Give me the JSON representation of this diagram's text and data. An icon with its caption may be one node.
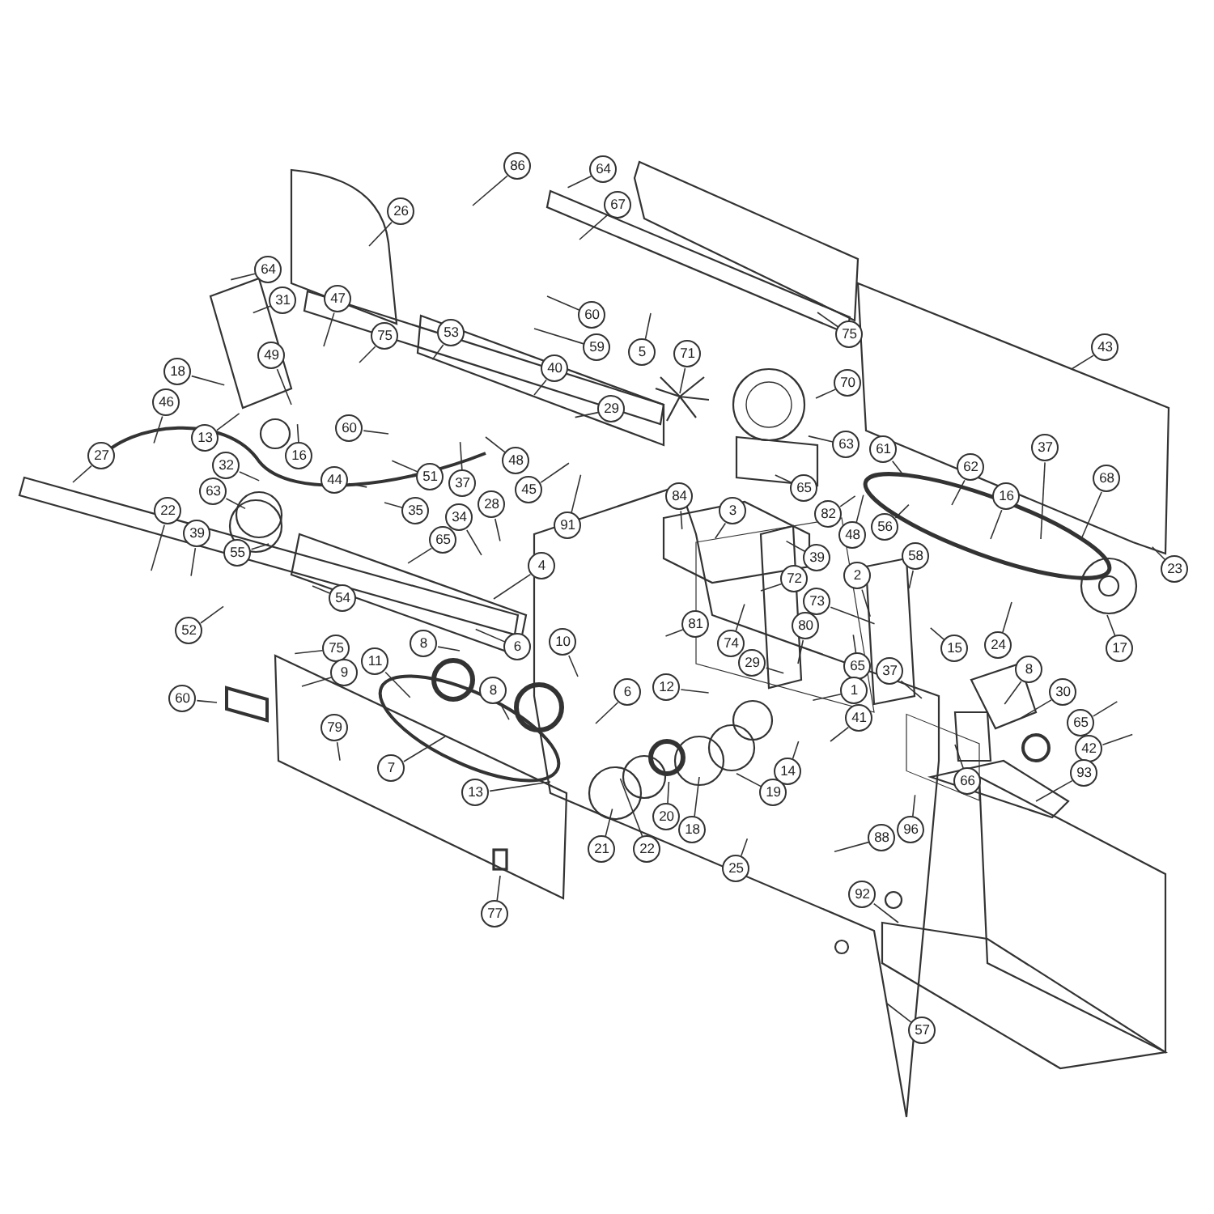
{
  "diagram": {
    "nodes": [
      {
        "text": [
          "86"
        ]
      },
      {
        "text": [
          "64"
        ]
      },
      {
        "text": [
          "67"
        ]
      },
      {
        "text": [
          "26"
        ]
      },
      {
        "text": [
          "64"
        ]
      },
      {
        "text": [
          "47"
        ]
      },
      {
        "text": [
          "31"
        ]
      },
      {
        "text": [
          "60"
        ]
      },
      {
        "text": [
          "53"
        ]
      },
      {
        "text": [
          "75"
        ]
      },
      {
        "text": [
          "75"
        ]
      },
      {
        "text": [
          "43"
        ]
      },
      {
        "text": [
          "59"
        ]
      },
      {
        "text": [
          "5"
        ]
      },
      {
        "text": [
          "71"
        ]
      },
      {
        "text": [
          "49"
        ]
      },
      {
        "text": [
          "40"
        ]
      },
      {
        "text": [
          "18"
        ]
      },
      {
        "text": [
          "70"
        ]
      },
      {
        "text": [
          "46"
        ]
      },
      {
        "text": [
          "29"
        ]
      },
      {
        "text": [
          "60"
        ]
      },
      {
        "text": [
          "13"
        ]
      },
      {
        "text": [
          "63"
        ]
      },
      {
        "text": [
          "37"
        ]
      },
      {
        "text": [
          "61"
        ]
      },
      {
        "text": [
          "16"
        ]
      },
      {
        "text": [
          "27"
        ]
      },
      {
        "text": [
          "48"
        ]
      },
      {
        "text": [
          "62"
        ]
      },
      {
        "text": [
          "32"
        ]
      },
      {
        "text": [
          "51"
        ]
      },
      {
        "text": [
          "68"
        ]
      },
      {
        "text": [
          "44"
        ]
      },
      {
        "text": [
          "37"
        ]
      },
      {
        "text": [
          "45"
        ]
      },
      {
        "text": [
          "63"
        ]
      },
      {
        "text": [
          "16"
        ]
      },
      {
        "text": [
          "84"
        ]
      },
      {
        "text": [
          "65"
        ]
      },
      {
        "text": [
          "28"
        ]
      },
      {
        "text": [
          "35"
        ]
      },
      {
        "text": [
          "22"
        ]
      },
      {
        "text": [
          "3"
        ]
      },
      {
        "text": [
          "34"
        ]
      },
      {
        "text": [
          "82"
        ]
      },
      {
        "text": [
          "91"
        ]
      },
      {
        "text": [
          "39"
        ]
      },
      {
        "text": [
          "56"
        ]
      },
      {
        "text": [
          "48"
        ]
      },
      {
        "text": [
          "65"
        ]
      },
      {
        "text": [
          "39"
        ]
      },
      {
        "text": [
          "55"
        ]
      },
      {
        "text": [
          "58"
        ]
      },
      {
        "text": [
          "4"
        ]
      },
      {
        "text": [
          "23"
        ]
      },
      {
        "text": [
          "2"
        ]
      },
      {
        "text": [
          "72"
        ]
      },
      {
        "text": [
          "54"
        ]
      },
      {
        "text": [
          "73"
        ]
      },
      {
        "text": [
          "81"
        ]
      },
      {
        "text": [
          "80"
        ]
      },
      {
        "text": [
          "52"
        ]
      },
      {
        "text": [
          "10"
        ]
      },
      {
        "text": [
          "74"
        ]
      },
      {
        "text": [
          "8"
        ]
      },
      {
        "text": [
          "17"
        ]
      },
      {
        "text": [
          "24"
        ]
      },
      {
        "text": [
          "15"
        ]
      },
      {
        "text": [
          "6"
        ]
      },
      {
        "text": [
          "75"
        ]
      },
      {
        "text": [
          "11"
        ]
      },
      {
        "text": [
          "29"
        ]
      },
      {
        "text": [
          "65"
        ]
      },
      {
        "text": [
          "37"
        ]
      },
      {
        "text": [
          "8"
        ]
      },
      {
        "text": [
          "9"
        ]
      },
      {
        "text": [
          "12"
        ]
      },
      {
        "text": [
          "1"
        ]
      },
      {
        "text": [
          "8"
        ]
      },
      {
        "text": [
          "6"
        ]
      },
      {
        "text": [
          "30"
        ]
      },
      {
        "text": [
          "60"
        ]
      },
      {
        "text": [
          "41"
        ]
      },
      {
        "text": [
          "65"
        ]
      },
      {
        "text": [
          "79"
        ]
      },
      {
        "text": [
          "42"
        ]
      },
      {
        "text": [
          "7"
        ]
      },
      {
        "text": [
          "14"
        ]
      },
      {
        "text": [
          "93"
        ]
      },
      {
        "text": [
          "66"
        ]
      },
      {
        "text": [
          "19"
        ]
      },
      {
        "text": [
          "13"
        ]
      },
      {
        "text": [
          "20"
        ]
      },
      {
        "text": [
          "96"
        ]
      },
      {
        "text": [
          "18"
        ]
      },
      {
        "text": [
          "88"
        ]
      },
      {
        "text": [
          "21"
        ]
      },
      {
        "text": [
          "22"
        ]
      },
      {
        "text": [
          "25"
        ]
      },
      {
        "text": [
          "92"
        ]
      },
      {
        "text": [
          "77"
        ]
      },
      {
        "text": [
          "57"
        ]
      }
    ],
    "edges": [
      {
        "from": 0,
        "to": null,
        "arrow": "none"
      },
      {
        "from": 1,
        "to": null,
        "arrow": "none"
      },
      {
        "from": 2,
        "to": null,
        "arrow": "none"
      },
      {
        "from": 3,
        "to": null,
        "arrow": "none"
      },
      {
        "from": 4,
        "to": null,
        "arrow": "none"
      },
      {
        "from": 5,
        "to": null,
        "arrow": "none"
      },
      {
        "from": 6,
        "to": null,
        "arrow": "none"
      },
      {
        "from": 7,
        "to": null,
        "arrow": "none"
      },
      {
        "from": 8,
        "to": null,
        "arrow": "none"
      },
      {
        "from": 9,
        "to": null,
        "arrow": "none"
      },
      {
        "from": 10,
        "to": null,
        "arrow": "none"
      },
      {
        "from": 11,
        "to": null,
        "arrow": "none"
      },
      {
        "from": 12,
        "to": null,
        "arrow": "none"
      },
      {
        "from": 13,
        "to": null,
        "arrow": "none"
      },
      {
        "from": 14,
        "to": null,
        "arrow": "none"
      },
      {
        "from": 15,
        "to": null,
        "arrow": "none"
      },
      {
        "from": 16,
        "to": null,
        "arrow": "none"
      },
      {
        "from": 17,
        "to": null,
        "arrow": "none"
      },
      {
        "from": 18,
        "to": null,
        "arrow": "none"
      },
      {
        "from": 19,
        "to": null,
        "arrow": "none"
      },
      {
        "from": 20,
        "to": null,
        "arrow": "none"
      },
      {
        "from": 21,
        "to": null,
        "arrow": "none"
      },
      {
        "from": 22,
        "to": null,
        "arrow": "none"
      },
      {
        "from": 23,
        "to": null,
        "arrow": "none"
      },
      {
        "from": 24,
        "to": null,
        "arrow": "none"
      },
      {
        "from": 25,
        "to": null,
        "arrow": "none"
      },
      {
        "from": 26,
        "to": null,
        "arrow": "none"
      },
      {
        "from": 27,
        "to": null,
        "arrow": "none"
      },
      {
        "from": 28,
        "to": null,
        "arrow": "none"
      },
      {
        "from": 29,
        "to": null,
        "arrow": "none"
      },
      {
        "from": 30,
        "to": null,
        "arrow": "none"
      },
      {
        "from": 31,
        "to": null,
        "arrow": "none"
      },
      {
        "from": 32,
        "to": null,
        "arrow": "none"
      },
      {
        "from": 33,
        "to": null,
        "arrow": "none"
      },
      {
        "from": 34,
        "to": null,
        "arrow": "none"
      },
      {
        "from": 35,
        "to": null,
        "arrow": "none"
      },
      {
        "from": 36,
        "to": null,
        "arrow": "none"
      },
      {
        "from": 37,
        "to": null,
        "arrow": "none"
      },
      {
        "from": 38,
        "to": null,
        "arrow": "none"
      },
      {
        "from": 39,
        "to": null,
        "arrow": "none"
      },
      {
        "from": 40,
        "to": null,
        "arrow": "none"
      },
      {
        "from": 41,
        "to": null,
        "arrow": "none"
      },
      {
        "from": 42,
        "to": null,
        "arrow": "none"
      },
      {
        "from": 43,
        "to": null,
        "arrow": "none"
      },
      {
        "from": 44,
        "to": null,
        "arrow": "none"
      },
      {
        "from": 45,
        "to": null,
        "arrow": "none"
      },
      {
        "from": 46,
        "to": null,
        "arrow": "none"
      },
      {
        "from": 47,
        "to": null,
        "arrow": "none"
      },
      {
        "from": 48,
        "to": null,
        "arrow": "none"
      },
      {
        "from": 49,
        "to": null,
        "arrow": "none"
      },
      {
        "from": 50,
        "to": null,
        "arrow": "none"
      },
      {
        "from": 51,
        "to": null,
        "arrow": "none"
      },
      {
        "from": 52,
        "to": null,
        "arrow": "none"
      },
      {
        "from": 53,
        "to": null,
        "arrow": "none"
      },
      {
        "from": 54,
        "to": null,
        "arrow": "none"
      },
      {
        "from": 55,
        "to": null,
        "arrow": "none"
      },
      {
        "from": 56,
        "to": null,
        "arrow": "none"
      },
      {
        "from": 57,
        "to": null,
        "arrow": "none"
      },
      {
        "from": 58,
        "to": null,
        "arrow": "none"
      },
      {
        "from": 59,
        "to": null,
        "arrow": "none"
      },
      {
        "from": 60,
        "to": null,
        "arrow": "none"
      },
      {
        "from": 61,
        "to": null,
        "arrow": "none"
      },
      {
        "from": 62,
        "to": null,
        "arrow": "none"
      },
      {
        "from": 63,
        "to": null,
        "arrow": "none"
      },
      {
        "from": 64,
        "to": null,
        "arrow": "none"
      },
      {
        "from": 65,
        "to": null,
        "arrow": "none"
      },
      {
        "from": 66,
        "to": null,
        "arrow": "none"
      },
      {
        "from": 67,
        "to": null,
        "arrow": "none"
      },
      {
        "from": 68,
        "to": null,
        "arrow": "none"
      },
      {
        "from": 69,
        "to": null,
        "arrow": "none"
      },
      {
        "from": 70,
        "to": null,
        "arrow": "none"
      },
      {
        "from": 71,
        "to": null,
        "arrow": "none"
      },
      {
        "from": 72,
        "to": null,
        "arrow": "none"
      },
      {
        "from": 73,
        "to": null,
        "arrow": "none"
      },
      {
        "from": 74,
        "to": null,
        "arrow": "none"
      },
      {
        "from": 75,
        "to": null,
        "arrow": "none"
      },
      {
        "from": 76,
        "to": null,
        "arrow": "none"
      },
      {
        "from": 77,
        "to": null,
        "arrow": "none"
      },
      {
        "from": 78,
        "to": null,
        "arrow": "none"
      },
      {
        "from": 79,
        "to": null,
        "arrow": "none"
      },
      {
        "from": 80,
        "to": null,
        "arrow": "none"
      },
      {
        "from": 81,
        "to": null,
        "arrow": "none"
      },
      {
        "from": 82,
        "to": null,
        "arrow": "none"
      },
      {
        "from": 83,
        "to": null,
        "arrow": "none"
      },
      {
        "from": 84,
        "to": null,
        "arrow": "none"
      },
      {
        "from": 85,
        "to": null,
        "arrow": "none"
      },
      {
        "from": 86,
        "to": null,
        "arrow": "none"
      },
      {
        "from": 87,
        "to": null,
        "arrow": "none"
      },
      {
        "from": 88,
        "to": null,
        "arrow": "none"
      },
      {
        "from": 89,
        "to": null,
        "arrow": "none"
      },
      {
        "from": 90,
        "to": null,
        "arrow": "none"
      },
      {
        "from": 91,
        "to": null,
        "arrow": "none"
      },
      {
        "from": 92,
        "to": null,
        "arrow": "none"
      },
      {
        "from": 93,
        "to": null,
        "arrow": "none"
      },
      {
        "from": 94,
        "to": null,
        "arrow": "none"
      },
      {
        "from": 95,
        "to": null,
        "arrow": "none"
      },
      {
        "from": 96,
        "to": null,
        "arrow": "none"
      },
      {
        "from": 97,
        "to": null,
        "arrow": "none"
      },
      {
        "from": 98,
        "to": null,
        "arrow": "none"
      },
      {
        "from": 99,
        "to": null,
        "arrow": "none"
      },
      {
        "from": 100,
        "to": null,
        "arrow": "none"
      },
      {
        "from": 101,
        "to": null,
        "arrow": "none"
      },
      {
        "from": 102,
        "to": null,
        "arrow": "none"
      }
    ]
  }
}
